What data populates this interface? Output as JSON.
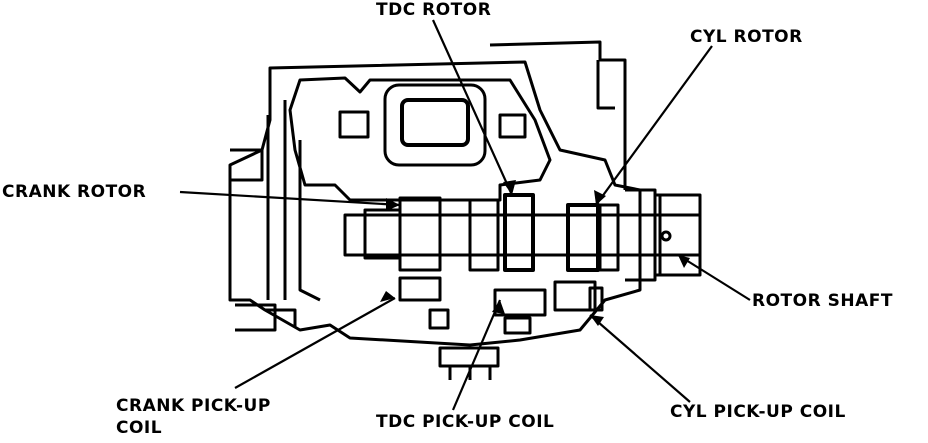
{
  "labels": {
    "tdc_rotor": "TDC ROTOR",
    "cyl_rotor": "CYL ROTOR",
    "crank_rotor": "CRANK ROTOR",
    "rotor_shaft": "ROTOR SHAFT",
    "crank_pickup_line1": "CRANK PICK-UP",
    "crank_pickup_line2": "COIL",
    "tdc_pickup_coil": "TDC PICK-UP COIL",
    "cyl_pickup_coil": "CYL PICK-UP COIL"
  }
}
